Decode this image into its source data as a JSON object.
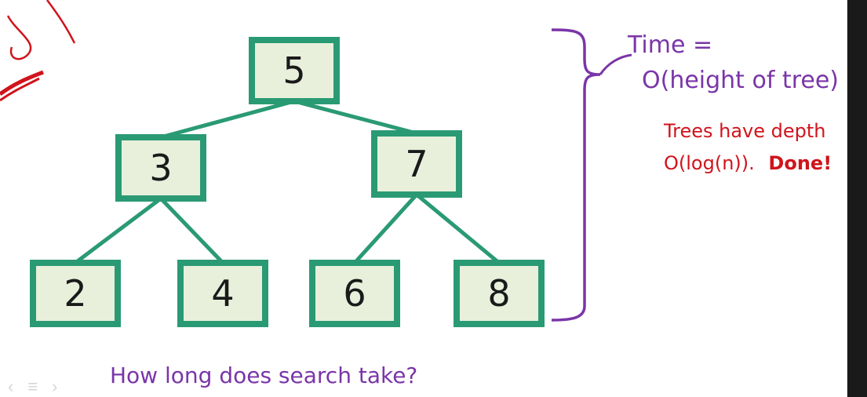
{
  "tree": {
    "nodes": [
      {
        "id": "n5",
        "value": "5"
      },
      {
        "id": "n3",
        "value": "3"
      },
      {
        "id": "n7",
        "value": "7"
      },
      {
        "id": "n2",
        "value": "2"
      },
      {
        "id": "n4",
        "value": "4"
      },
      {
        "id": "n6",
        "value": "6"
      },
      {
        "id": "n8",
        "value": "8"
      }
    ],
    "edges": [
      [
        "n5",
        "n3"
      ],
      [
        "n5",
        "n7"
      ],
      [
        "n3",
        "n2"
      ],
      [
        "n3",
        "n4"
      ],
      [
        "n7",
        "n6"
      ],
      [
        "n7",
        "n8"
      ]
    ]
  },
  "annotations": {
    "time_line1": "Time =",
    "time_line2": "O(height of tree)",
    "depth_line1": "Trees have depth",
    "depth_line2": "O(log(n)).",
    "done": "Done!",
    "question": "How long does search take?"
  },
  "colors": {
    "node_border": "#2a9a74",
    "node_fill": "#e8f0dc",
    "edge": "#2a9a74",
    "purple": "#7a35a8",
    "red": "#d0141c"
  },
  "icons": [
    "bracket-icon",
    "scribble-icon"
  ]
}
